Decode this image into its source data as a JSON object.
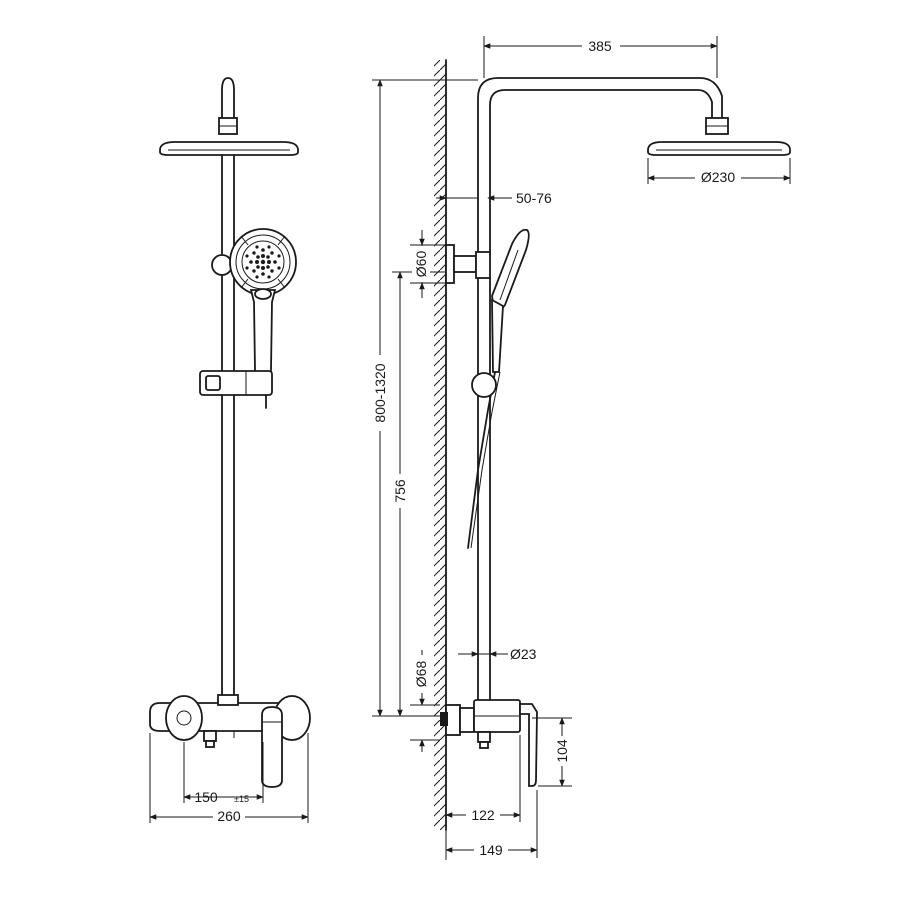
{
  "dimensions": {
    "arm_length": "385",
    "head_diameter": "Ø230",
    "wall_gap": "50-76",
    "bracket_diameter": "Ø60",
    "height_range": "800-1320",
    "bar_length": "756",
    "pipe_diameter": "Ø23",
    "escutcheon_diameter": "Ø68",
    "mixer_height": "104",
    "mixer_depth": "122",
    "total_depth": "149",
    "center_distance": "150",
    "center_tolerance": "±15",
    "total_width": "260"
  }
}
